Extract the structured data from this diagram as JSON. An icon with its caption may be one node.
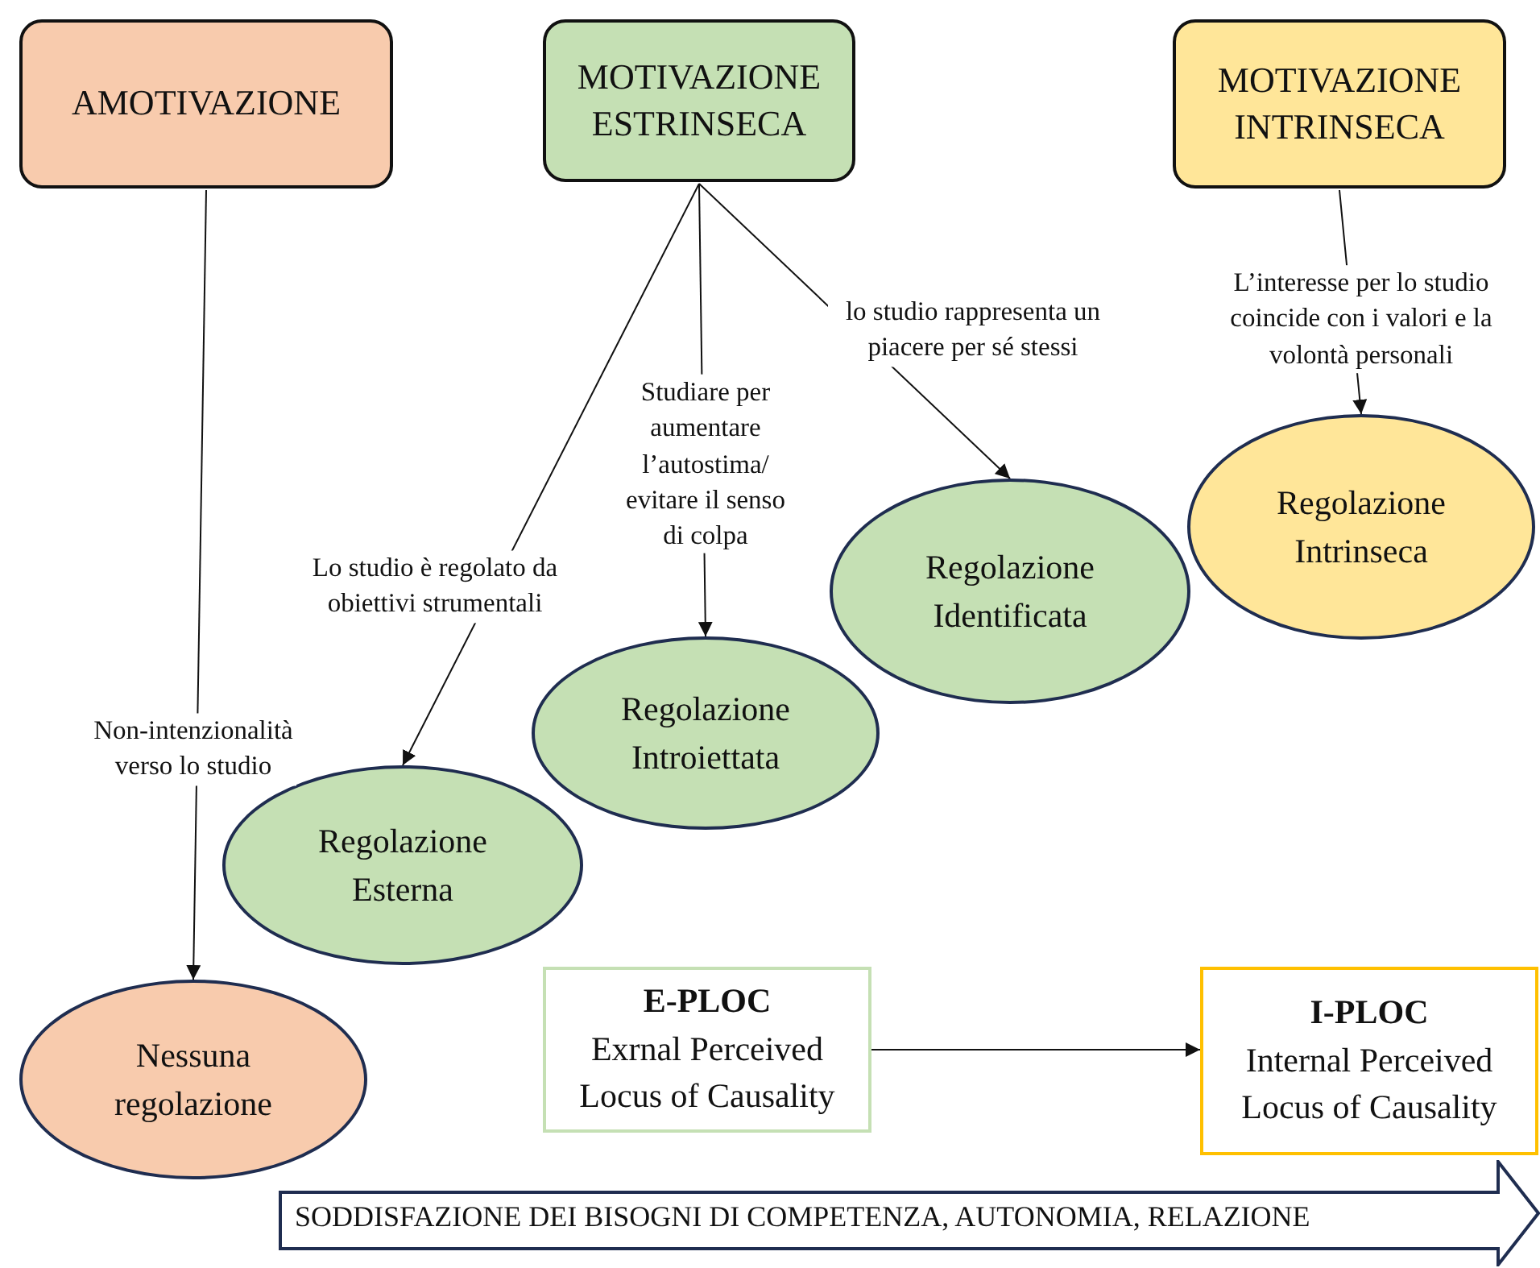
{
  "diagram": {
    "nodes": [
      {
        "text": [
          "AMOTIVAZIONE"
        ]
      },
      {
        "text": [
          "MOTIVAZIONE ESTRINSECA"
        ]
      },
      {
        "text": [
          "MOTIVAZIONE INTRINSECA"
        ]
      },
      {
        "text": [
          "Nessuna regolazione"
        ]
      },
      {
        "text": [
          "Regolazione Esterna"
        ]
      },
      {
        "text": [
          "Regolazione Introiettata"
        ]
      },
      {
        "text": [
          "Regolazione Identificata"
        ]
      },
      {
        "text": [
          "Regolazione Intrinseca"
        ]
      },
      {
        "text": [
          "E-PLOC",
          "Exrnal Perceived Locus of Causality"
        ]
      },
      {
        "text": [
          "I-PLOC",
          "Internal Perceived Locus of Causality"
        ]
      },
      {
        "text": [
          "SODDISFAZIONE DEI BISOGNI DI COMPETENZA, AUTONOMIA, RELAZIONE"
        ]
      }
    ],
    "edges": [
      {
        "from": 0,
        "to": 3,
        "arrow": "to",
        "label": "Non-intenzionalità verso lo studio"
      },
      {
        "from": 1,
        "to": 4,
        "arrow": "to",
        "label": "Lo studio è regolato da obiettivi strumentali"
      },
      {
        "from": 1,
        "to": 5,
        "arrow": "to",
        "label": "Studiare per aumentare l’autostima/ evitare il senso di colpa"
      },
      {
        "from": 1,
        "to": 6,
        "arrow": "to",
        "label": "lo studio rappresenta un piacere per sé stessi"
      },
      {
        "from": 2,
        "to": 7,
        "arrow": "to",
        "label": "L’interesse per lo studio coincide con i valori e la volontà personali"
      },
      {
        "from": 8,
        "to": 9,
        "arrow": "to"
      }
    ]
  }
}
